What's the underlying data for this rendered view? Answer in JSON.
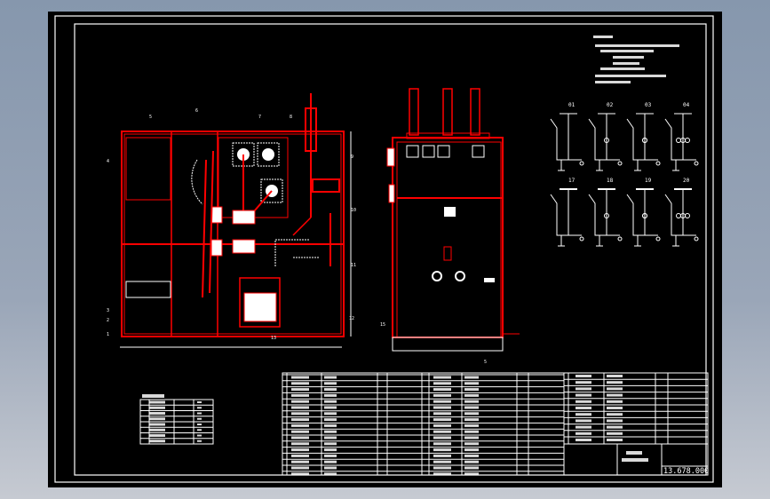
{
  "viewer": {
    "background": "#000000",
    "frame_color": "#ffffff",
    "accent": "#ff0000"
  },
  "drawing": {
    "drawing_number": "13.678.000",
    "schematics": {
      "top_labels": [
        "01",
        "02",
        "03",
        "04"
      ],
      "bottom_labels": [
        "17",
        "18",
        "19",
        "20"
      ]
    },
    "side_view_callouts": [
      "1",
      "2",
      "3",
      "4",
      "5",
      "6",
      "7",
      "8",
      "9",
      "10",
      "11",
      "12",
      "13"
    ],
    "front_view_callouts": [
      "5",
      "15"
    ]
  }
}
